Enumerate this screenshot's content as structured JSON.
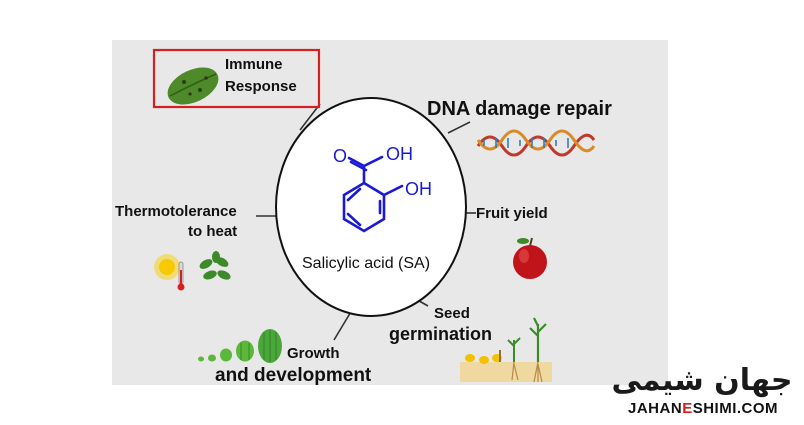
{
  "diagram": {
    "center_label": "Salicylic acid (SA)",
    "molecule": {
      "carbonyl_o": "O",
      "acid_oh": "OH",
      "ring_oh": "OH"
    },
    "topics": {
      "immune": [
        "Immune",
        "Response"
      ],
      "dna": "DNA damage repair",
      "thermo": [
        "Thermotolerance",
        "to heat"
      ],
      "fruit": "Fruit yield",
      "seed": [
        "Seed",
        "germination"
      ],
      "growth": [
        "Growth",
        "and development"
      ]
    }
  },
  "brand": {
    "name_fa": "جهان شیمی",
    "domain_left": "JAHAN",
    "domain_mid": "E",
    "domain_right": "SHIMI.COM"
  },
  "colors": {
    "panel": "#e8e8e8",
    "highlight_box": "#d62020",
    "molecule": "#1a1ad6",
    "brand_red": "#d41f1f"
  }
}
